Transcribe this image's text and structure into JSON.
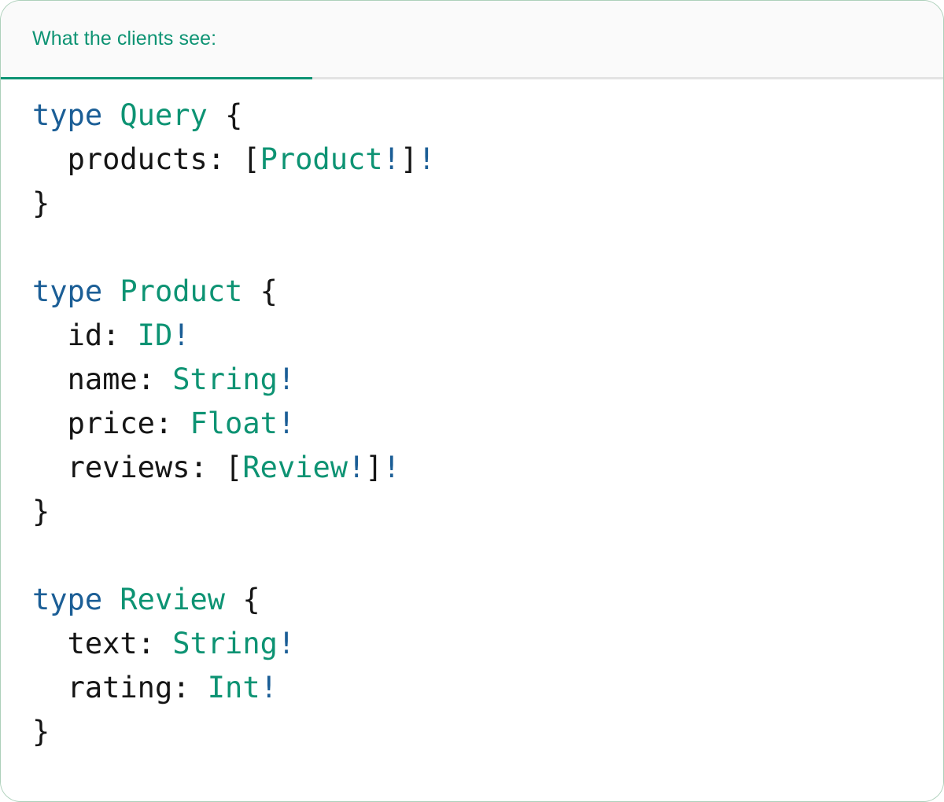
{
  "card": {
    "accent_color": "#0d9373",
    "border_color": "#7cb896",
    "header_bg": "#fafafa",
    "body_bg": "#ffffff"
  },
  "tabs": [
    {
      "label": "What the clients see:",
      "active": true
    }
  ],
  "syntax_colors": {
    "keyword": "#1b5e96",
    "type_name": "#0d9373",
    "non_null_bang": "#1b5e96",
    "punctuation": "#151515",
    "field_name": "#151515"
  },
  "code": {
    "language": "graphql",
    "lines": [
      {
        "text": "type Query {",
        "tokens": [
          {
            "t": "type",
            "k": "keyword"
          },
          {
            "t": " ",
            "k": "plain"
          },
          {
            "t": "Query",
            "k": "type"
          },
          {
            "t": " ",
            "k": "plain"
          },
          {
            "t": "{",
            "k": "punct"
          }
        ]
      },
      {
        "text": "  products: [Product!]!",
        "tokens": [
          {
            "t": "  ",
            "k": "plain"
          },
          {
            "t": "products:",
            "k": "field"
          },
          {
            "t": " ",
            "k": "plain"
          },
          {
            "t": "[",
            "k": "punct"
          },
          {
            "t": "Product",
            "k": "type"
          },
          {
            "t": "!",
            "k": "bang"
          },
          {
            "t": "]",
            "k": "punct"
          },
          {
            "t": "!",
            "k": "bang"
          }
        ]
      },
      {
        "text": "}",
        "tokens": [
          {
            "t": "}",
            "k": "punct"
          }
        ]
      },
      {
        "text": "",
        "tokens": []
      },
      {
        "text": "type Product {",
        "tokens": [
          {
            "t": "type",
            "k": "keyword"
          },
          {
            "t": " ",
            "k": "plain"
          },
          {
            "t": "Product",
            "k": "type"
          },
          {
            "t": " ",
            "k": "plain"
          },
          {
            "t": "{",
            "k": "punct"
          }
        ]
      },
      {
        "text": "  id: ID!",
        "tokens": [
          {
            "t": "  ",
            "k": "plain"
          },
          {
            "t": "id:",
            "k": "field"
          },
          {
            "t": " ",
            "k": "plain"
          },
          {
            "t": "ID",
            "k": "type"
          },
          {
            "t": "!",
            "k": "bang"
          }
        ]
      },
      {
        "text": "  name: String!",
        "tokens": [
          {
            "t": "  ",
            "k": "plain"
          },
          {
            "t": "name:",
            "k": "field"
          },
          {
            "t": " ",
            "k": "plain"
          },
          {
            "t": "String",
            "k": "type"
          },
          {
            "t": "!",
            "k": "bang"
          }
        ]
      },
      {
        "text": "  price: Float!",
        "tokens": [
          {
            "t": "  ",
            "k": "plain"
          },
          {
            "t": "price:",
            "k": "field"
          },
          {
            "t": " ",
            "k": "plain"
          },
          {
            "t": "Float",
            "k": "type"
          },
          {
            "t": "!",
            "k": "bang"
          }
        ]
      },
      {
        "text": "  reviews: [Review!]!",
        "tokens": [
          {
            "t": "  ",
            "k": "plain"
          },
          {
            "t": "reviews:",
            "k": "field"
          },
          {
            "t": " ",
            "k": "plain"
          },
          {
            "t": "[",
            "k": "punct"
          },
          {
            "t": "Review",
            "k": "type"
          },
          {
            "t": "!",
            "k": "bang"
          },
          {
            "t": "]",
            "k": "punct"
          },
          {
            "t": "!",
            "k": "bang"
          }
        ]
      },
      {
        "text": "}",
        "tokens": [
          {
            "t": "}",
            "k": "punct"
          }
        ]
      },
      {
        "text": "",
        "tokens": []
      },
      {
        "text": "type Review {",
        "tokens": [
          {
            "t": "type",
            "k": "keyword"
          },
          {
            "t": " ",
            "k": "plain"
          },
          {
            "t": "Review",
            "k": "type"
          },
          {
            "t": " ",
            "k": "plain"
          },
          {
            "t": "{",
            "k": "punct"
          }
        ]
      },
      {
        "text": "  text: String!",
        "tokens": [
          {
            "t": "  ",
            "k": "plain"
          },
          {
            "t": "text:",
            "k": "field"
          },
          {
            "t": " ",
            "k": "plain"
          },
          {
            "t": "String",
            "k": "type"
          },
          {
            "t": "!",
            "k": "bang"
          }
        ]
      },
      {
        "text": "  rating: Int!",
        "tokens": [
          {
            "t": "  ",
            "k": "plain"
          },
          {
            "t": "rating:",
            "k": "field"
          },
          {
            "t": " ",
            "k": "plain"
          },
          {
            "t": "Int",
            "k": "type"
          },
          {
            "t": "!",
            "k": "bang"
          }
        ]
      },
      {
        "text": "}",
        "tokens": [
          {
            "t": "}",
            "k": "punct"
          }
        ]
      }
    ]
  }
}
